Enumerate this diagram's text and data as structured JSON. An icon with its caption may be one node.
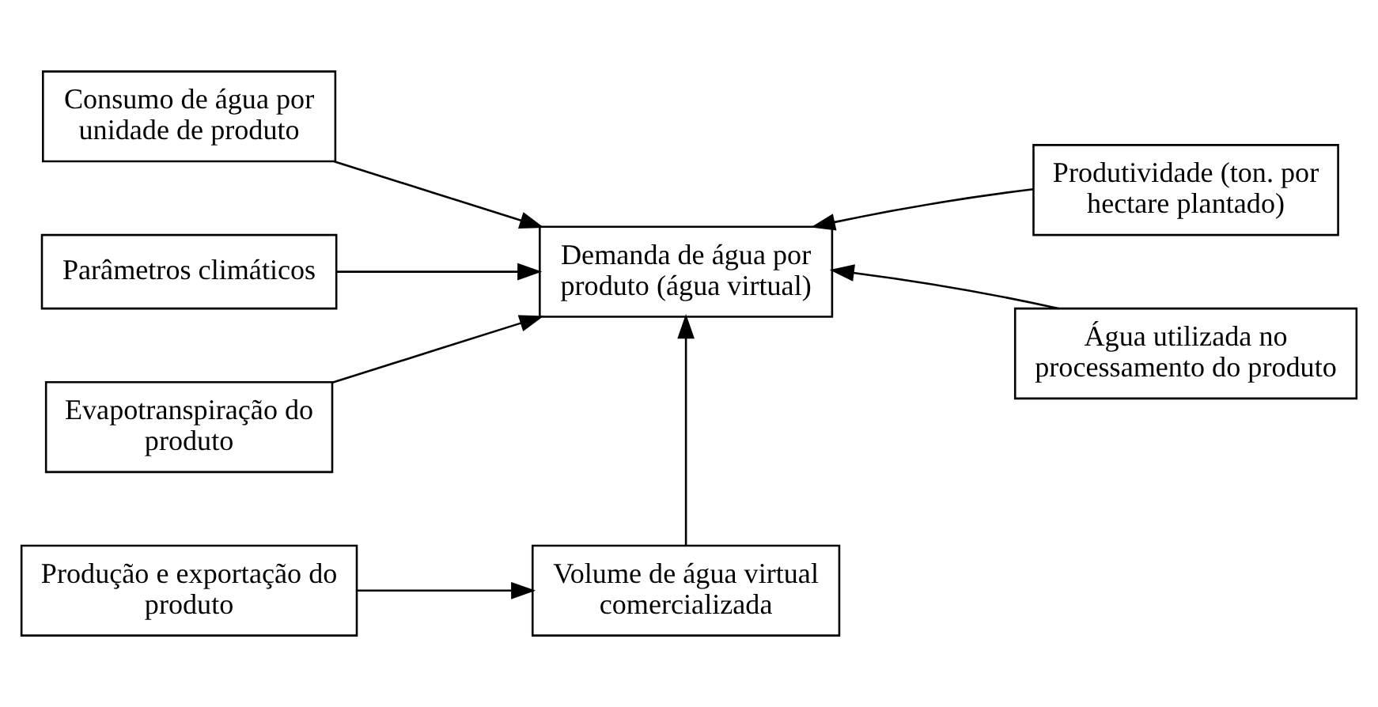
{
  "diagram": {
    "nodes": [
      {
        "text": [
          "Consumo de água por unidade de produto"
        ]
      },
      {
        "text": [
          "Parâmetros climáticos"
        ]
      },
      {
        "text": [
          "Evapotranspiração do produto"
        ]
      },
      {
        "text": [
          "Demanda de água por produto (água virtual)"
        ]
      },
      {
        "text": [
          "Produtividade (ton. por hectare plantado)"
        ]
      },
      {
        "text": [
          "Água utilizada no processamento do produto"
        ]
      },
      {
        "text": [
          "Produção e exportação do produto"
        ]
      },
      {
        "text": [
          "Volume de água virtual comercializada"
        ]
      }
    ],
    "edges": [
      {
        "from": 0,
        "to": 3,
        "arrow": "to"
      },
      {
        "from": 1,
        "to": 3,
        "arrow": "to"
      },
      {
        "from": 2,
        "to": 3,
        "arrow": "to"
      },
      {
        "from": 4,
        "to": 3,
        "arrow": "to"
      },
      {
        "from": 5,
        "to": 3,
        "arrow": "to"
      },
      {
        "from": 7,
        "to": 3,
        "arrow": "to"
      },
      {
        "from": 6,
        "to": 7,
        "arrow": "to"
      }
    ]
  }
}
